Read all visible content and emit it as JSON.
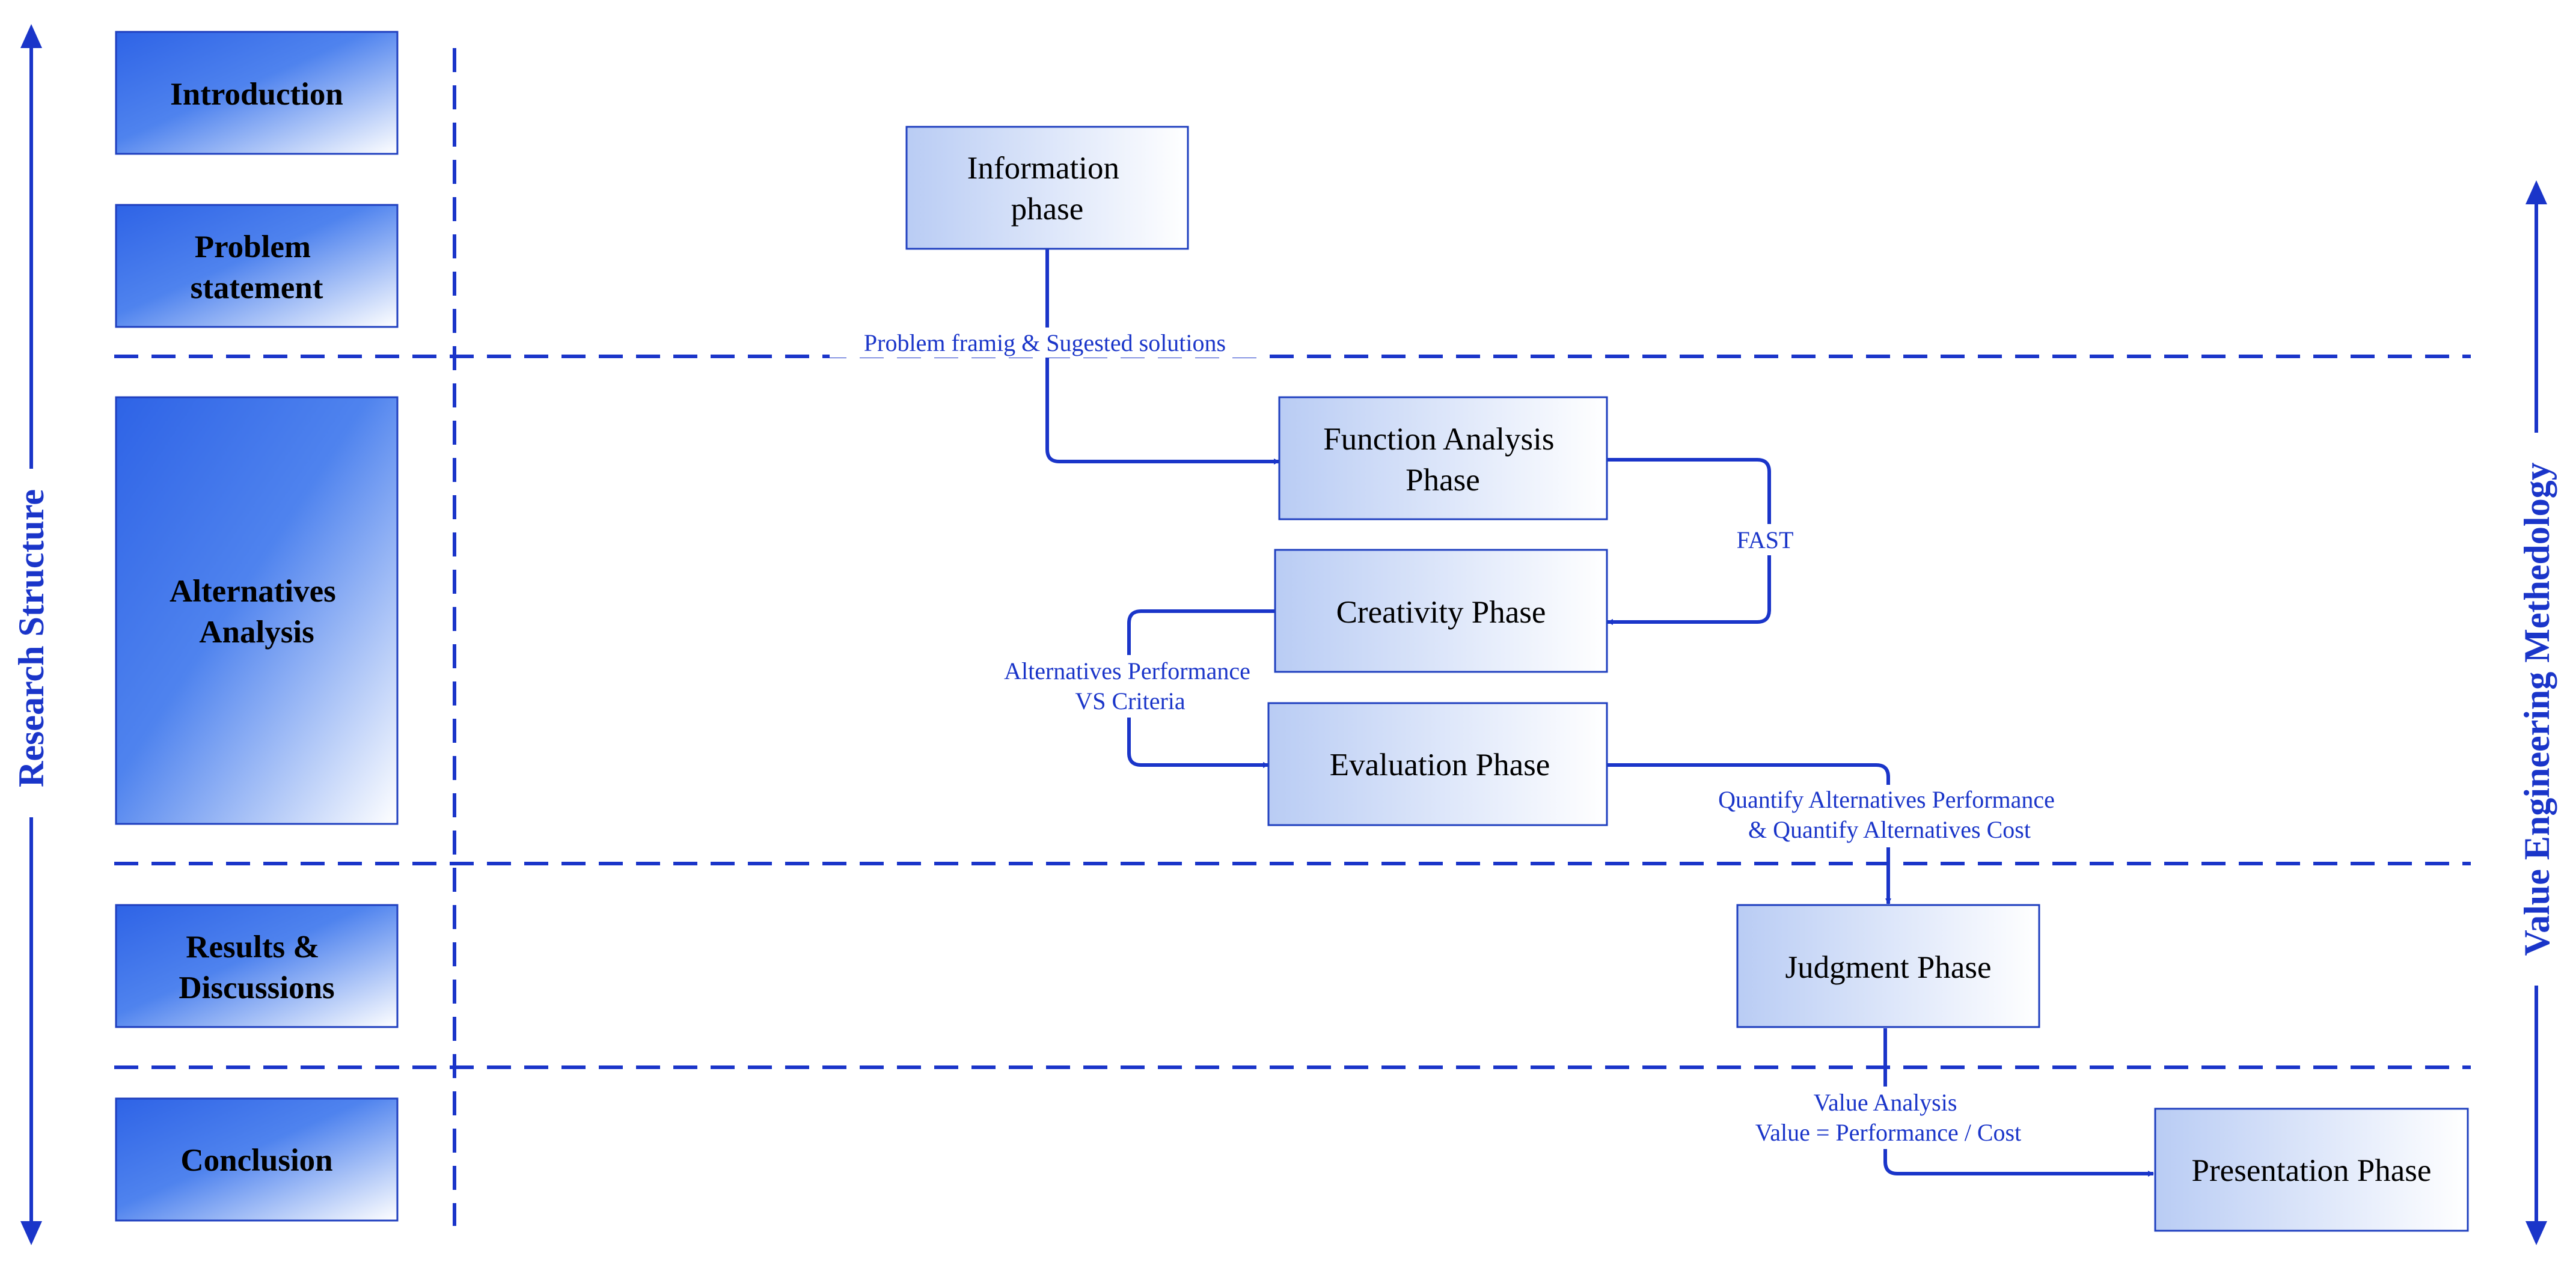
{
  "colors": {
    "accent": "#1a35c9",
    "box_fill_dark": "#2e63e6",
    "box_fill_light": "#ffffff"
  },
  "left_axis": {
    "label": "Research Structure"
  },
  "right_axis": {
    "label": "Value Engineering Methedology"
  },
  "sections": [
    {
      "label_lines": [
        "Introduction"
      ]
    },
    {
      "label_lines": [
        "Problem",
        "statement"
      ]
    },
    {
      "label_lines": [
        "Alternatives",
        "Analysis"
      ]
    },
    {
      "label_lines": [
        "Results &",
        "Discussions"
      ]
    },
    {
      "label_lines": [
        "Conclusion"
      ]
    }
  ],
  "phases": [
    {
      "label_lines": [
        "Information",
        "phase"
      ]
    },
    {
      "label_lines": [
        "Function Analysis",
        "Phase"
      ]
    },
    {
      "label_lines": [
        "Creativity Phase"
      ]
    },
    {
      "label_lines": [
        "Evaluation Phase"
      ]
    },
    {
      "label_lines": [
        "Judgment Phase"
      ]
    },
    {
      "label_lines": [
        "Presentation Phase"
      ]
    }
  ],
  "connectors": [
    {
      "label_lines": [
        "Problem framig & Sugested solutions"
      ]
    },
    {
      "label_lines": [
        "FAST"
      ]
    },
    {
      "label_lines": [
        "Alternatives Performance",
        "VS Criteria"
      ]
    },
    {
      "label_lines": [
        "Quantify Alternatives Performance",
        "& Quantify Alternatives Cost"
      ]
    },
    {
      "label_lines": [
        "Value Analysis",
        "Value = Performance / Cost"
      ]
    }
  ]
}
